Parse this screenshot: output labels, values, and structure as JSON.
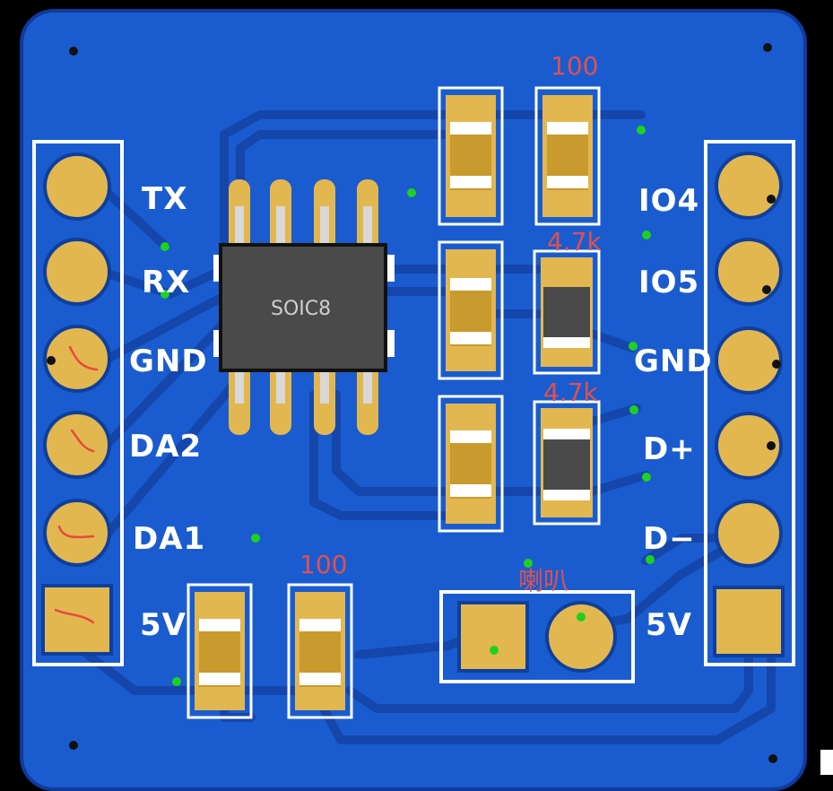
{
  "board": {
    "chip_label": "SOIC8",
    "left_header_labels": [
      "TX",
      "RX",
      "GND",
      "DA2",
      "DA1",
      "5V"
    ],
    "right_header_labels": [
      "IO4",
      "IO5",
      "GND",
      "D+",
      "D−",
      "5V"
    ],
    "component_values": {
      "top_resistor": "100",
      "bottom_resistor": "100",
      "pullup_1": "4.7k",
      "pullup_2": "4.7k",
      "speaker": "喇叭"
    },
    "colors": {
      "pcb": "#1a5ccf",
      "trace": "#1545a8",
      "copper_pad": "#e3b74f",
      "silkscreen": "#ffffff",
      "value_text": "#e0504f",
      "via": "#1fd11f"
    }
  }
}
